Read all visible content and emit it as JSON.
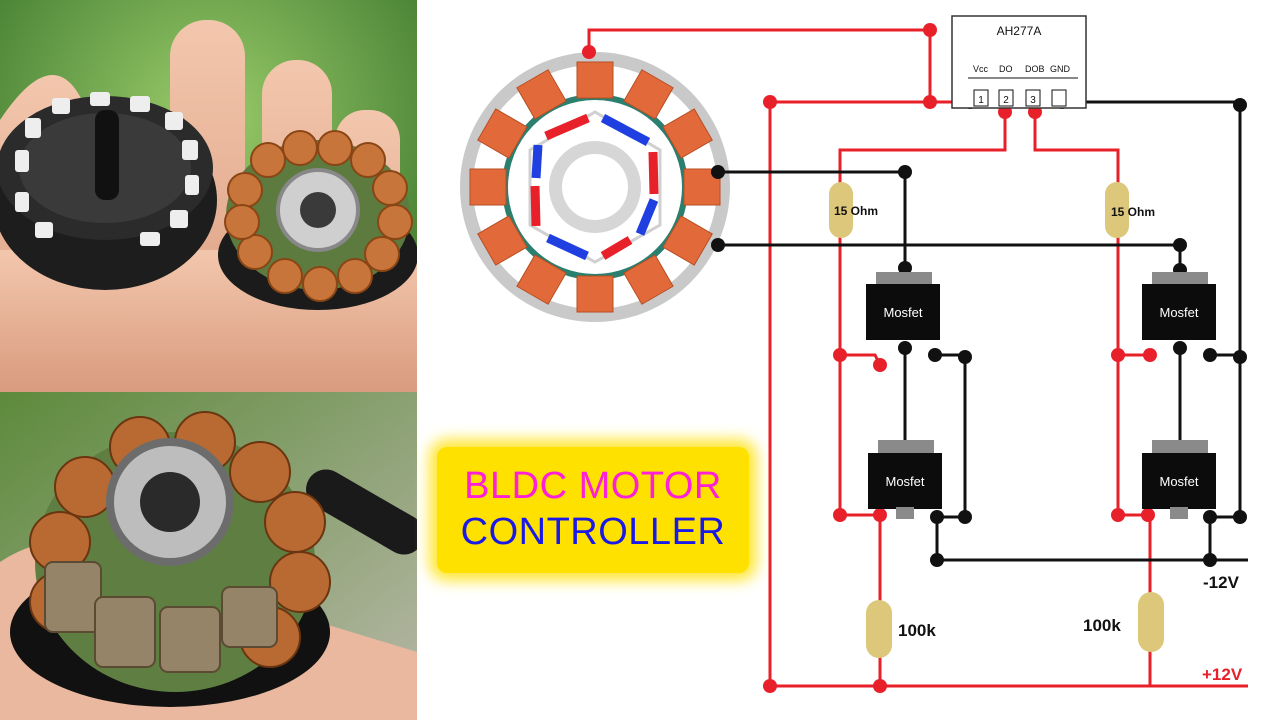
{
  "title": {
    "line1": "BLDC MOTOR",
    "line2": "CONTROLLER"
  },
  "hall_sensor": {
    "part": "AH277A",
    "pins": [
      {
        "name": "Vcc",
        "num": "1"
      },
      {
        "name": "DO",
        "num": "2"
      },
      {
        "name": "DOB",
        "num": "3"
      },
      {
        "name": "GND",
        "num": ""
      }
    ]
  },
  "resistors": {
    "left_gate": "15 Ohm",
    "right_gate": "15 Ohm",
    "left_pulldown": "100k",
    "right_pulldown": "100k"
  },
  "mosfets": [
    "Mosfet",
    "Mosfet",
    "Mosfet",
    "Mosfet"
  ],
  "supply": {
    "negative": "-12V",
    "positive": "+12V"
  },
  "colors": {
    "wire_red": "#e8202a",
    "wire_black": "#111111",
    "resistor": "#dcc77a",
    "stator_coil": "#e26a3a",
    "magnet_red": "#e8202a",
    "magnet_blue": "#1f3fe0",
    "title_bg": "#ffe100",
    "title_pink": "#ff1fd6",
    "title_blue": "#1a1ae8"
  }
}
